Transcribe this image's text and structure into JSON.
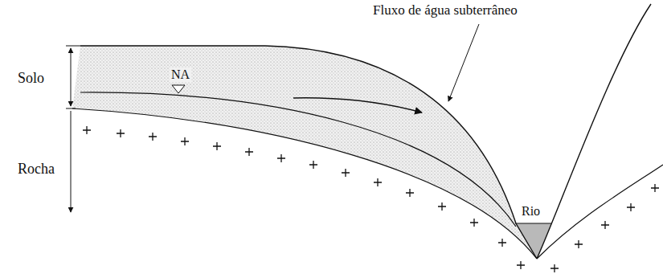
{
  "diagram": {
    "labels": [
      "Fluxo de água subterrâneo",
      "Solo",
      "NA",
      "Rocha",
      "Rio"
    ]
  }
}
